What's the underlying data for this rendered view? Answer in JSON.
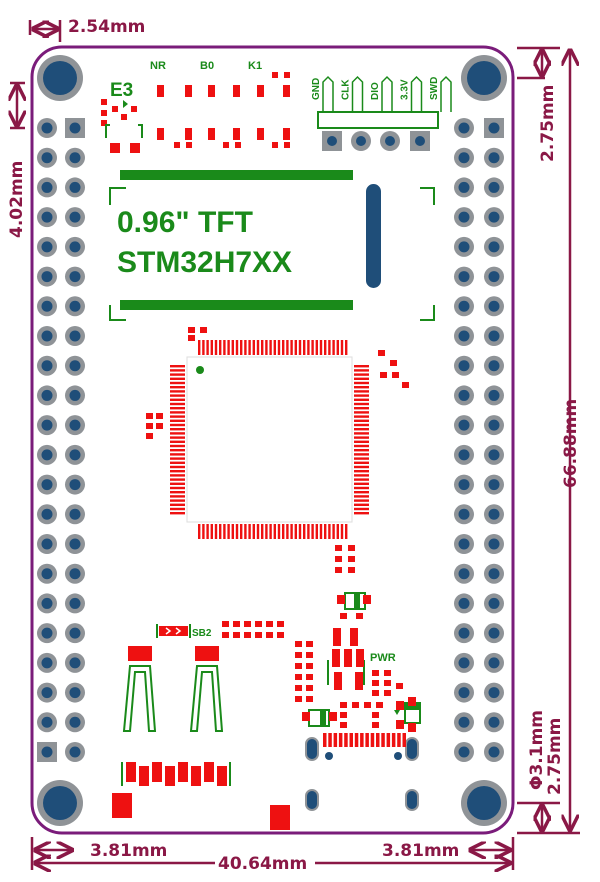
{
  "colors": {
    "outline": "#7a1c7a",
    "dimension": "#8a1846",
    "silk": "#1a8a1a",
    "pad": "#ee1111",
    "via": "#1f4e79",
    "ring": "#8f9397"
  },
  "dimensions": {
    "pitch": "2.54mm",
    "top_offset": "4.02mm",
    "hole_top_offset": "2.75mm",
    "height": "66.88mm",
    "hole_diameter": "Φ3.1mm",
    "hole_bottom_offset": "2.75mm",
    "left_margin": "3.81mm",
    "width": "40.64mm",
    "right_margin": "3.81mm"
  },
  "silkscreen": {
    "e3": "E3",
    "nr": "NR",
    "b0": "B0",
    "k1": "K1",
    "sb2": "SB2",
    "pwr": "PWR",
    "display_line1": "0.96\" TFT",
    "display_line2": "STM32H7XX"
  },
  "swd_header": {
    "pins": [
      "GND",
      "CLK",
      "DIO",
      "3.3V",
      "SWD"
    ]
  },
  "headers": {
    "rows_per_side": 22,
    "columns_per_side": 2
  }
}
